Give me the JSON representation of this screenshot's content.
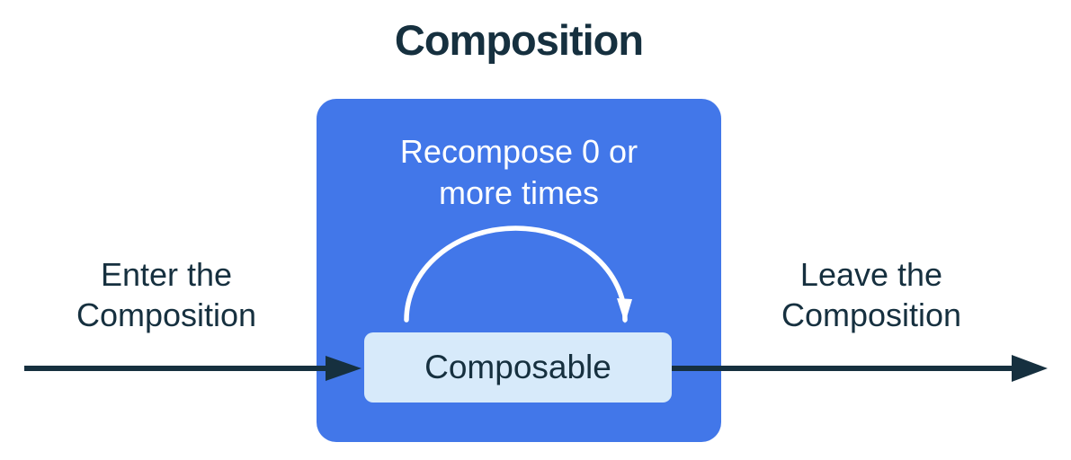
{
  "diagram": {
    "title": "Composition",
    "container": {
      "recompose_label": "Recompose 0 or\nmore times",
      "composable_label": "Composable"
    },
    "enter_label": "Enter the\nComposition",
    "leave_label": "Leave the\nComposition",
    "icons": {
      "recompose_loop_arrow": "curved-arc-arrow-clockwise",
      "enter_arrow": "right-arrow",
      "leave_arrow": "right-arrow"
    },
    "colors": {
      "container_blue": "#4277E9",
      "composable_fill": "#D7EAFA",
      "text_dark_navy": "#16303F",
      "arc_white": "#FFFFFF",
      "background": "#FFFFFF"
    }
  }
}
